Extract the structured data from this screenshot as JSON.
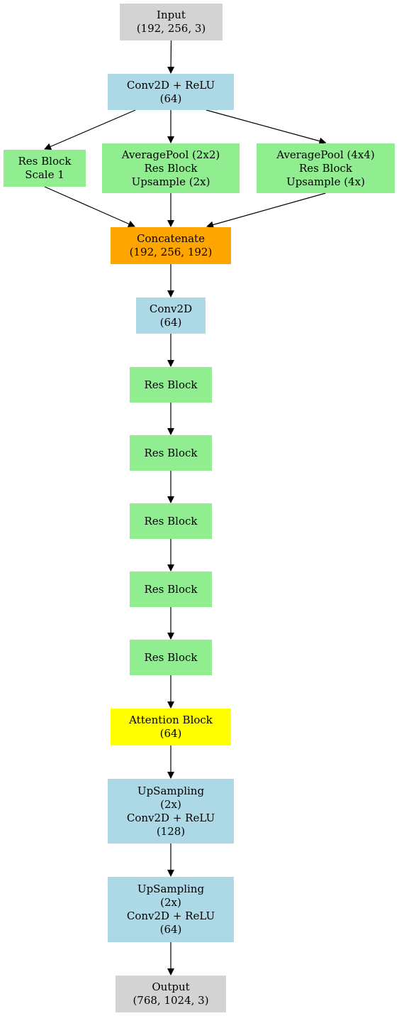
{
  "colors": {
    "io": "#d3d3d3",
    "conv": "#add8e6",
    "res": "#90ee90",
    "concat": "#ffa500",
    "attention": "#ffff00",
    "edge": "#000000"
  },
  "nodes": {
    "input": {
      "lines": [
        "Input",
        "(192, 256, 3)"
      ],
      "color": "io"
    },
    "conv_relu": {
      "lines": [
        "Conv2D + ReLU",
        "(64)"
      ],
      "color": "conv"
    },
    "res_scale1": {
      "lines": [
        "Res Block",
        "Scale 1"
      ],
      "color": "res"
    },
    "avgpool_2x2": {
      "lines": [
        "AveragePool (2x2)",
        "Res Block",
        "Upsample (2x)"
      ],
      "color": "res"
    },
    "avgpool_4x4": {
      "lines": [
        "AveragePool (4x4)",
        "Res Block",
        "Upsample (4x)"
      ],
      "color": "res"
    },
    "concatenate": {
      "lines": [
        "Concatenate",
        "(192, 256, 192)"
      ],
      "color": "concat"
    },
    "conv2d": {
      "lines": [
        "Conv2D",
        "(64)"
      ],
      "color": "conv"
    },
    "res_block_1": {
      "lines": [
        "Res Block"
      ],
      "color": "res"
    },
    "res_block_2": {
      "lines": [
        "Res Block"
      ],
      "color": "res"
    },
    "res_block_3": {
      "lines": [
        "Res Block"
      ],
      "color": "res"
    },
    "res_block_4": {
      "lines": [
        "Res Block"
      ],
      "color": "res"
    },
    "res_block_5": {
      "lines": [
        "Res Block"
      ],
      "color": "res"
    },
    "attention": {
      "lines": [
        "Attention Block",
        "(64)"
      ],
      "color": "attention"
    },
    "upsample_128": {
      "lines": [
        "UpSampling",
        "(2x)",
        "Conv2D + ReLU",
        "(128)"
      ],
      "color": "conv"
    },
    "upsample_64": {
      "lines": [
        "UpSampling",
        "(2x)",
        "Conv2D + ReLU",
        "(64)"
      ],
      "color": "conv"
    },
    "output": {
      "lines": [
        "Output",
        "(768, 1024, 3)"
      ],
      "color": "io"
    }
  },
  "edges": [
    {
      "from": "input",
      "to": "conv_relu"
    },
    {
      "from": "conv_relu",
      "to": "res_scale1"
    },
    {
      "from": "conv_relu",
      "to": "avgpool_2x2"
    },
    {
      "from": "conv_relu",
      "to": "avgpool_4x4"
    },
    {
      "from": "res_scale1",
      "to": "concatenate"
    },
    {
      "from": "avgpool_2x2",
      "to": "concatenate"
    },
    {
      "from": "avgpool_4x4",
      "to": "concatenate"
    },
    {
      "from": "concatenate",
      "to": "conv2d"
    },
    {
      "from": "conv2d",
      "to": "res_block_1"
    },
    {
      "from": "res_block_1",
      "to": "res_block_2"
    },
    {
      "from": "res_block_2",
      "to": "res_block_3"
    },
    {
      "from": "res_block_3",
      "to": "res_block_4"
    },
    {
      "from": "res_block_4",
      "to": "res_block_5"
    },
    {
      "from": "res_block_5",
      "to": "attention"
    },
    {
      "from": "attention",
      "to": "upsample_128"
    },
    {
      "from": "upsample_128",
      "to": "upsample_64"
    },
    {
      "from": "upsample_64",
      "to": "output"
    }
  ]
}
